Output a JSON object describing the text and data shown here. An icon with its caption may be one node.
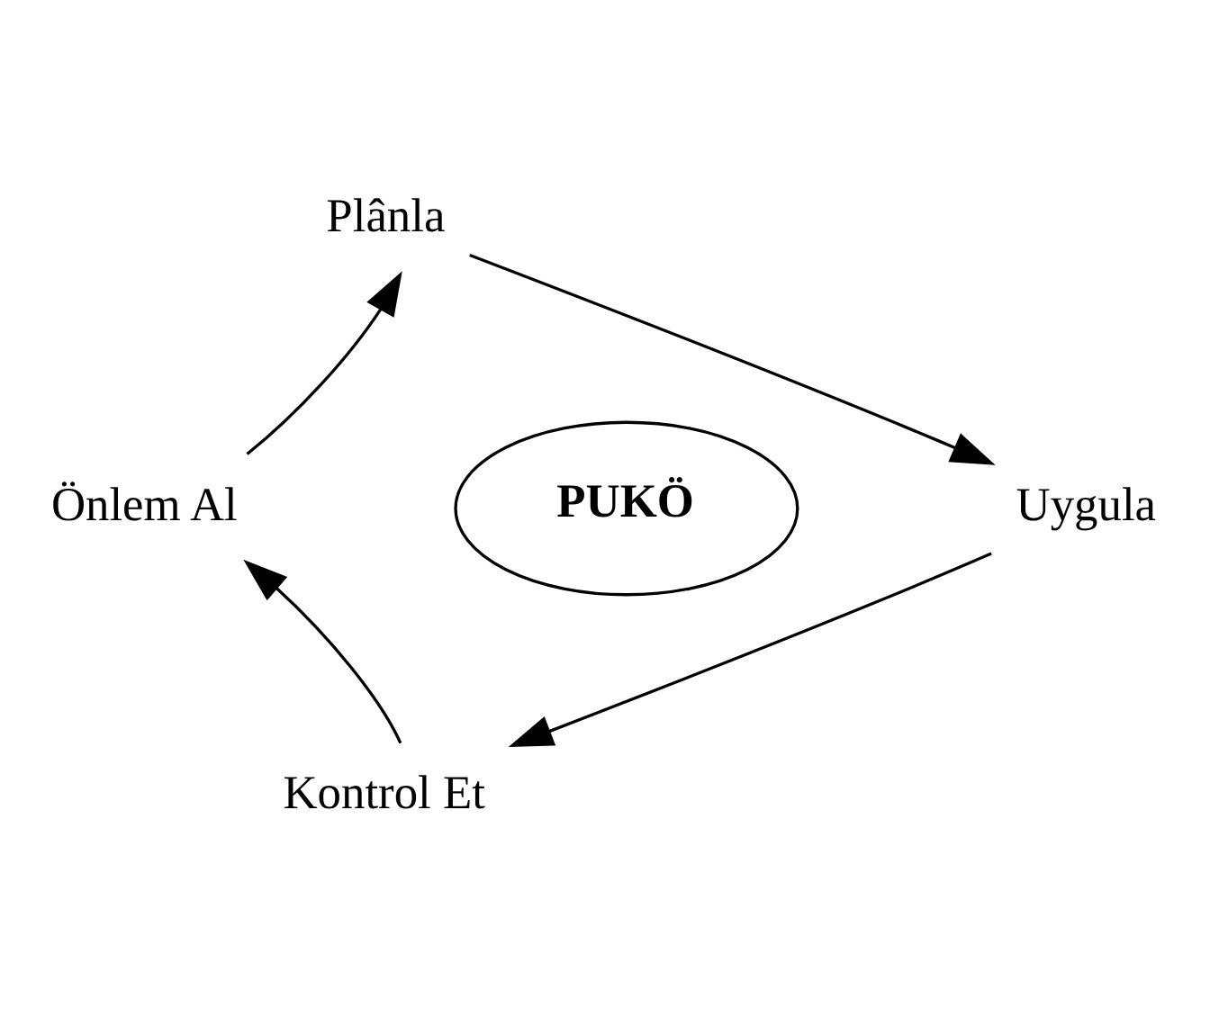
{
  "diagram": {
    "nodes": [
      {
        "text": [
          "PUKÖ"
        ]
      },
      {
        "text": [
          "Plânla"
        ]
      },
      {
        "text": [
          "Uygula"
        ]
      },
      {
        "text": [
          "Kontrol Et"
        ]
      },
      {
        "text": [
          "Önlem Al"
        ]
      }
    ],
    "edges": [
      {
        "from": 1,
        "to": 2,
        "arrow": "to"
      },
      {
        "from": 2,
        "to": 3,
        "arrow": "to"
      },
      {
        "from": 3,
        "to": 4,
        "arrow": "to"
      },
      {
        "from": 4,
        "to": 1,
        "arrow": "to"
      }
    ]
  }
}
